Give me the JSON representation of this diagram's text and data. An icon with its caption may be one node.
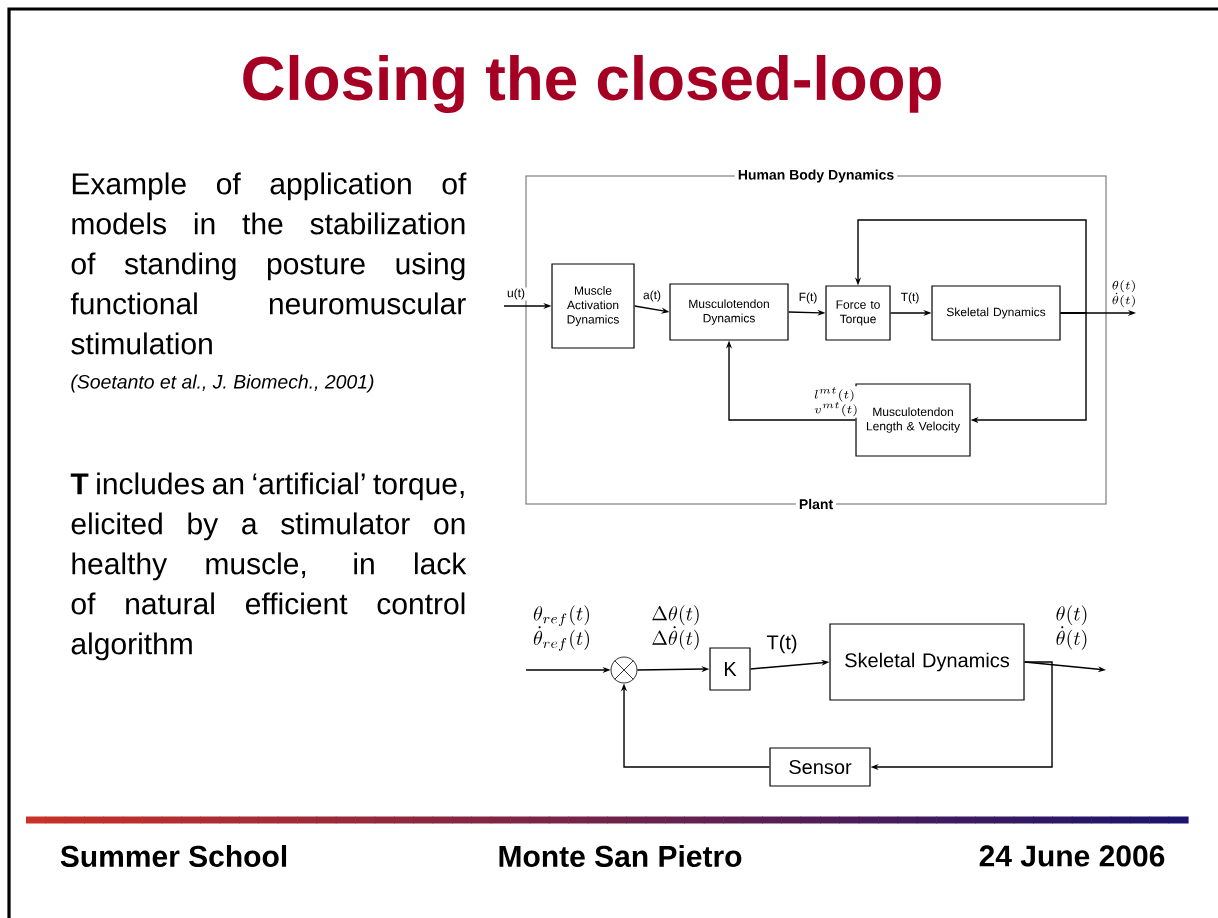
{
  "diagram": {
    "title": "Closing the closed-loop",
    "nodes": [
      {
        "text": [
          "Human Body Dynamics",
          "Plant"
        ]
      },
      {
        "text": [
          "Muscle Activation Dynamics"
        ],
        "in": 0
      },
      {
        "text": [
          "Musculotendon Dynamics"
        ],
        "in": 0
      },
      {
        "text": [
          "Force to Torque"
        ],
        "in": 0
      },
      {
        "text": [
          "Skeletal Dynamics"
        ],
        "in": 0
      },
      {
        "text": [
          "Musculotendon Length & Velocity"
        ],
        "in": 0
      },
      {
        "text": [],
        "shape": "circle"
      },
      {
        "text": [
          "K"
        ]
      },
      {
        "text": [
          "Skeletal Dynamics"
        ]
      },
      {
        "text": [
          "Sensor"
        ]
      }
    ],
    "edges": [
      {
        "from": null,
        "to": 1,
        "arrow": "to",
        "label": "u(t)"
      },
      {
        "from": 1,
        "to": 2,
        "arrow": "to",
        "label": "a(t)"
      },
      {
        "from": 2,
        "to": 3,
        "arrow": "to",
        "label": "F(t)"
      },
      {
        "from": 3,
        "to": 4,
        "arrow": "to",
        "label": "T(t)"
      },
      {
        "from": 4,
        "to": null,
        "arrow": "to",
        "label": "\\begin{array}{l}\\theta(t)\\\\ \\dot{\\theta}(t)\\end{array}"
      },
      {
        "from": 4,
        "to": 3,
        "arrow": "to"
      },
      {
        "from": 4,
        "to": 5,
        "arrow": "to"
      },
      {
        "from": 5,
        "to": 2,
        "arrow": "to",
        "label": "\\begin{array}{l}l^{mt}(t)\\\\ v^{mt}(t)\\end{array}"
      },
      {
        "from": null,
        "to": 6,
        "arrow": "to",
        "label": "\\begin{array}{l}\\theta_{ref}(t)\\\\ \\dot{\\theta}_{ref}(t)\\end{array}"
      },
      {
        "from": 6,
        "to": 7,
        "arrow": "to",
        "label": "\\begin{array}{l}\\Delta\\theta(t)\\\\ \\Delta\\dot{\\theta}(t)\\end{array}"
      },
      {
        "from": 7,
        "to": 8,
        "arrow": "to",
        "label": "T(t)"
      },
      {
        "from": 8,
        "to": null,
        "arrow": "to",
        "label": "\\begin{array}{l}\\theta(t)\\\\ \\dot{\\theta}(t)\\end{array}"
      },
      {
        "from": 8,
        "to": 9,
        "arrow": "to"
      },
      {
        "from": 9,
        "to": 6,
        "arrow": "to"
      }
    ],
    "labels": [
      "Example of application of models in the stabilization of standing posture using functional neuromuscular stimulation",
      "(Soetanto et al., J. Biomech., 2001)",
      "**T** includes an ‘artificial’ torque, elicited by a stimulator on healthy muscle, in lack of natural efficient control algorithm",
      "Summer School",
      "Monte San Pietro",
      "24 June 2006"
    ]
  }
}
